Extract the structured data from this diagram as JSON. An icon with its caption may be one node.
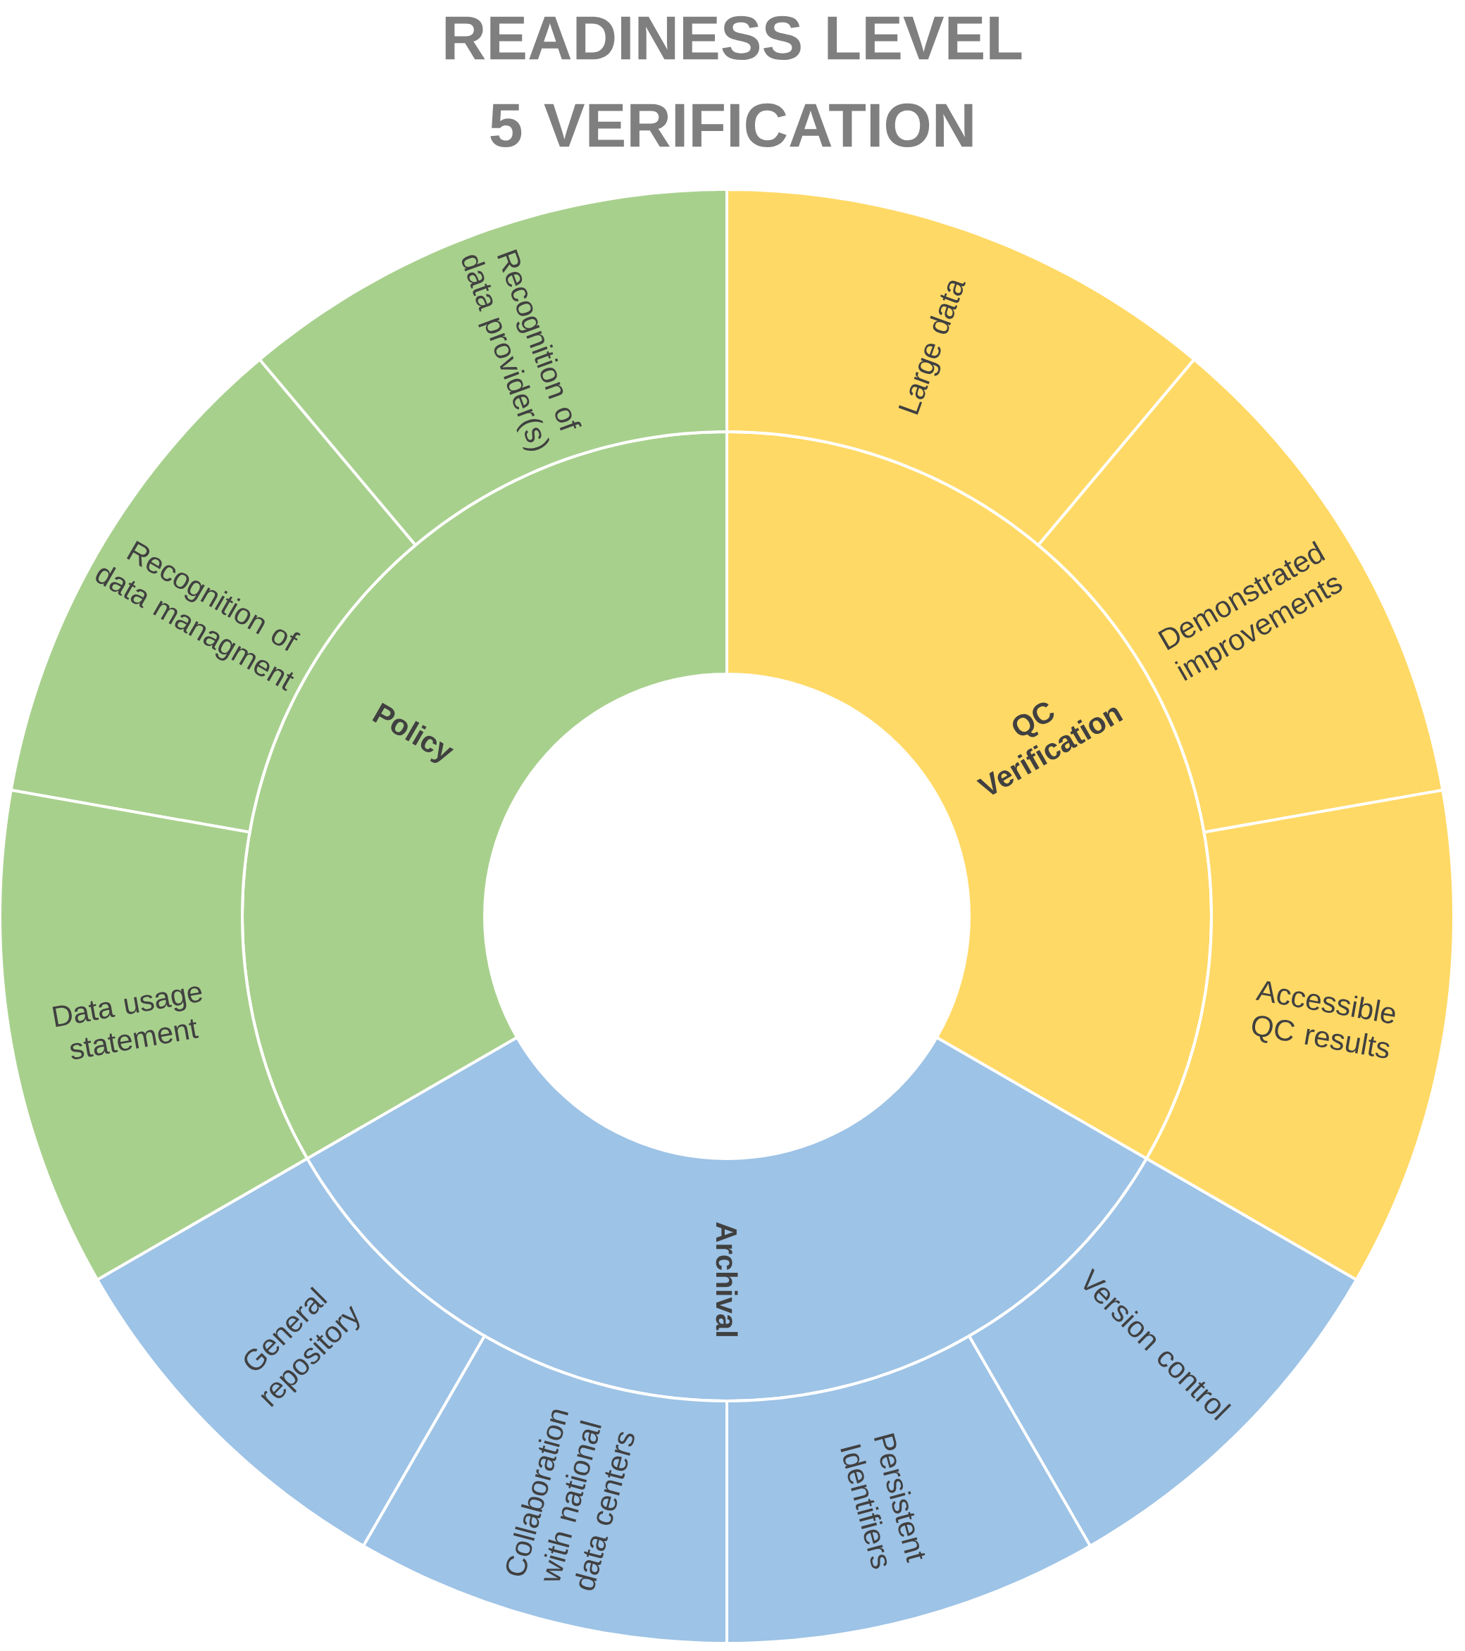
{
  "diagram": {
    "title": "READINESS LEVEL 5 VERIFICATION",
    "nodes": [
      {
        "text": [
          "Policy"
        ]
      },
      {
        "text": [
          "QC Verification"
        ]
      },
      {
        "text": [
          "Archival"
        ]
      },
      {
        "text": [
          "Recognition of data provider(s)"
        ]
      },
      {
        "text": [
          "Recognition of data managment"
        ]
      },
      {
        "text": [
          "Data usage statement"
        ]
      },
      {
        "text": [
          "Large data"
        ]
      },
      {
        "text": [
          "Demonstrated improvements"
        ]
      },
      {
        "text": [
          "Accessible QC results"
        ]
      },
      {
        "text": [
          "General repository"
        ]
      },
      {
        "text": [
          "Collaboration with national data centers"
        ]
      },
      {
        "text": [
          "Persistent Identifiers"
        ]
      },
      {
        "text": [
          "Version control"
        ]
      }
    ]
  }
}
